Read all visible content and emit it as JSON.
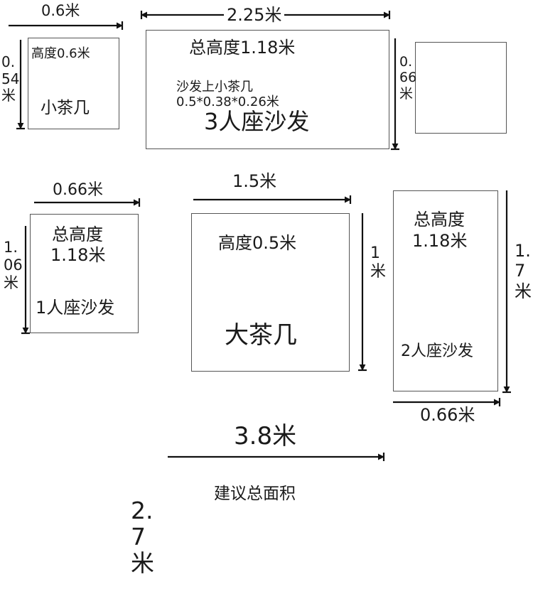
{
  "small_table": {
    "width": "0.6米",
    "depth_line1": "0.",
    "depth_line2": "54",
    "depth_line3": "米",
    "height": "高度0.6米",
    "name": "小茶几"
  },
  "sofa3": {
    "width": "2.25米",
    "height": "总高度1.18米",
    "note_line1": "沙发上小茶几",
    "note_line2": "0.5*0.38*0.26米",
    "name": "3人座沙发",
    "depth_line1": "0.",
    "depth_line2": "66",
    "depth_line3": "米"
  },
  "sofa1": {
    "width": "0.66米",
    "depth_line1": "1.",
    "depth_line2": "06",
    "depth_line3": "米",
    "height_line1": "总高度",
    "height_line2": "1.18米",
    "name": "1人座沙发"
  },
  "big_table": {
    "width": "1.5米",
    "height": "高度0.5米",
    "name": "大茶几",
    "depth_line1": "1",
    "depth_line2": "米"
  },
  "sofa2": {
    "height_line1": "总高度",
    "height_line2": "1.18米",
    "name": "2人座沙发",
    "depth_line1": "1.",
    "depth_line2": "7",
    "depth_line3": "米",
    "width": "0.66米"
  },
  "total": {
    "width": "3.8米",
    "caption": "建议总面积",
    "depth_line1": "2.",
    "depth_line2": "7",
    "depth_line3": "米"
  }
}
